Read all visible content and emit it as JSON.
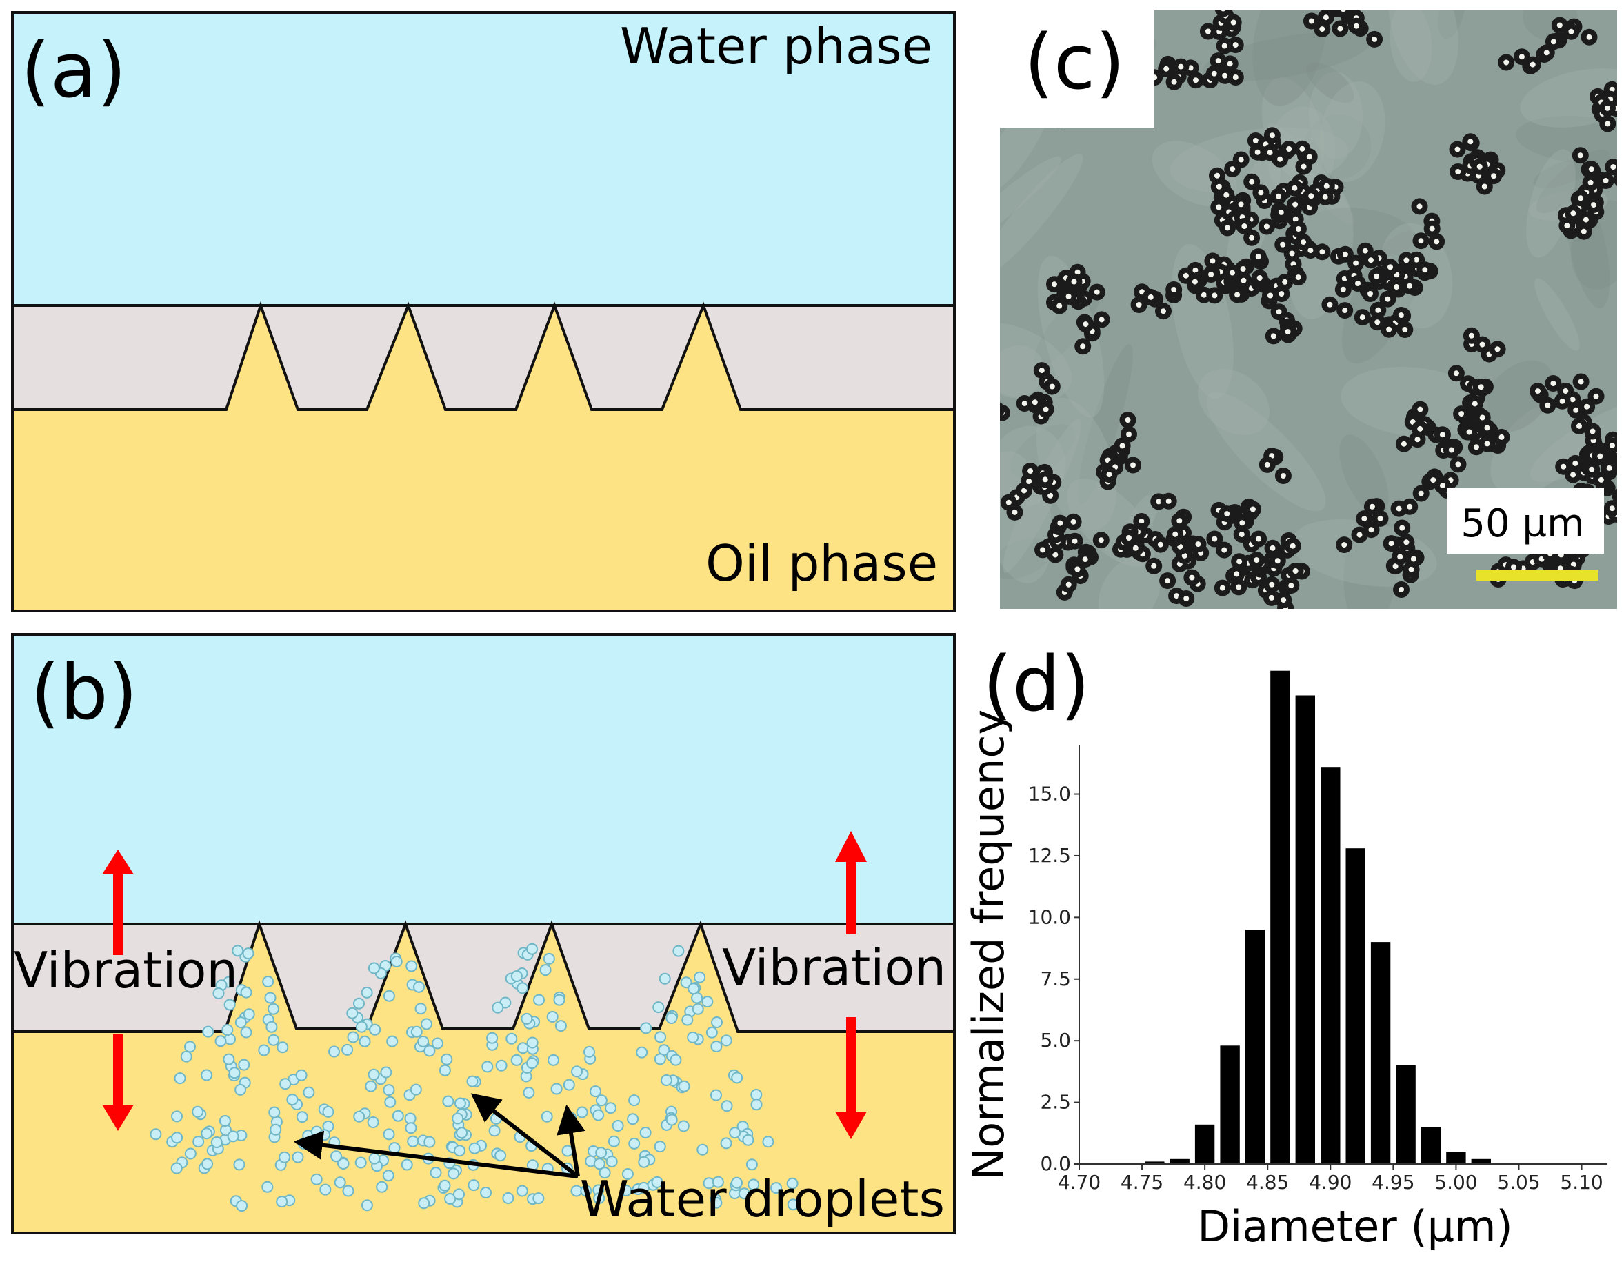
{
  "panels": {
    "a": {
      "label": "(a)",
      "water_label": "Water phase",
      "oil_label": "Oil phase"
    },
    "b": {
      "label": "(b)",
      "vibration_left": "Vibration",
      "vibration_right": "Vibration",
      "droplets_label": "Water droplets"
    },
    "c": {
      "label": "(c)",
      "scale_bar_label": "50 µm"
    },
    "d": {
      "label": "(d)"
    }
  },
  "colors": {
    "water": "#c6f3fb",
    "membrane": "#e6dfe0",
    "oil": "#fde383",
    "arrow": "#ff0000",
    "droplet_fill": "#c9eef5",
    "droplet_stroke": "#6fb6c6",
    "scale_bar": "#e8e22a",
    "bars": "#000000"
  },
  "chart_data": {
    "type": "bar",
    "xlabel": "Diameter (µm)",
    "ylabel": "Normalized frequency",
    "xlim": [
      4.7,
      5.12
    ],
    "ylim": [
      0,
      17
    ],
    "xticks": [
      "4.70",
      "4.75",
      "4.80",
      "4.85",
      "4.90",
      "4.95",
      "5.00",
      "5.05",
      "5.10"
    ],
    "yticks": [
      "0.0",
      "2.5",
      "5.0",
      "7.5",
      "10.0",
      "12.5",
      "15.0"
    ],
    "bin_width": 0.02,
    "bin_centers": [
      4.76,
      4.78,
      4.8,
      4.82,
      4.84,
      4.86,
      4.88,
      4.9,
      4.92,
      4.94,
      4.96,
      4.98,
      5.0,
      5.02,
      5.04,
      5.06
    ],
    "values": [
      0.1,
      0.2,
      1.6,
      4.8,
      9.5,
      20.0,
      19.0,
      16.1,
      12.8,
      9.0,
      4.0,
      1.5,
      0.5,
      0.2,
      0.0,
      0.0
    ]
  }
}
